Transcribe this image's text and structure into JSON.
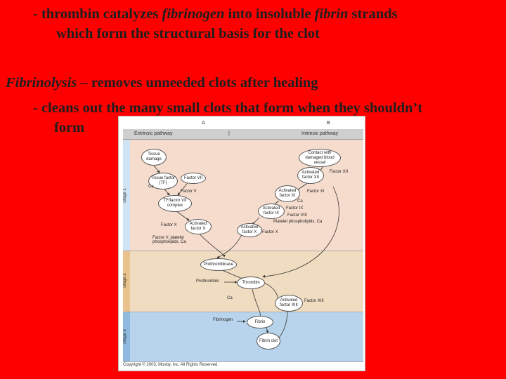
{
  "slide": {
    "line1_pre": "- thrombin catalyzes ",
    "line1_em1": "fibrinogen",
    "line1_mid": " into insoluble ",
    "line1_em2": "fibrin",
    "line1_post": " strands",
    "line2": "which form the structural basis for the clot",
    "line3_em": "Fibrinolysis",
    "line3_post": " – removes unneeded clots after healing",
    "line4": "- cleans out the many small clots that form when they shouldn’t",
    "line5": "form"
  },
  "figure": {
    "label_a": "A",
    "label_b": "B",
    "extrinsic": "Extrinsic pathway",
    "intrinsic": "Intrinsic pathway",
    "stage1": "Stage 1",
    "stage2": "Stage 2",
    "stage3": "Stage 3",
    "tissue_damage": "Tissue damage",
    "tissue_factor": "Tissue factor (TF)",
    "factor_vii": "Factor VII",
    "ca1": "Ca",
    "factor_v_top": "Factor V",
    "tf_vii_complex": "TF/factor VII complex",
    "contact": "Contact with damaged blood vessel",
    "factor_xii": "Factor XII",
    "act_xii": "Activated factor XII",
    "factor_xi": "Factor XI",
    "act_xi": "Activated factor XI",
    "ca2": "Ca",
    "factor_ix": "Factor IX",
    "act_ix": "Activated factor IX",
    "factor_viii": "Factor VIII",
    "platelet": "Platelet phospholipids, Ca",
    "factor_x_left": "Factor X",
    "act_x_left": "Activated factor X",
    "act_x_right": "Activated factor X",
    "factor_x_right": "Factor X",
    "factor_v_note": "Factor V, platelet phospholipids, Ca",
    "prothrombinase": "Prothrombinase",
    "prothrombin": "Prothrombin",
    "thrombin": "Thrombin",
    "ca3": "Ca",
    "act_xiii": "Activated factor XIII",
    "factor_xiii": "Factor XIII",
    "fibrinogen": "Fibrinogen",
    "fibrin": "Fibrin",
    "fibrin_clot": "Fibrin clot",
    "copyright": "Copyright © 2003, Mosby, Inc. All Rights Reserved."
  }
}
